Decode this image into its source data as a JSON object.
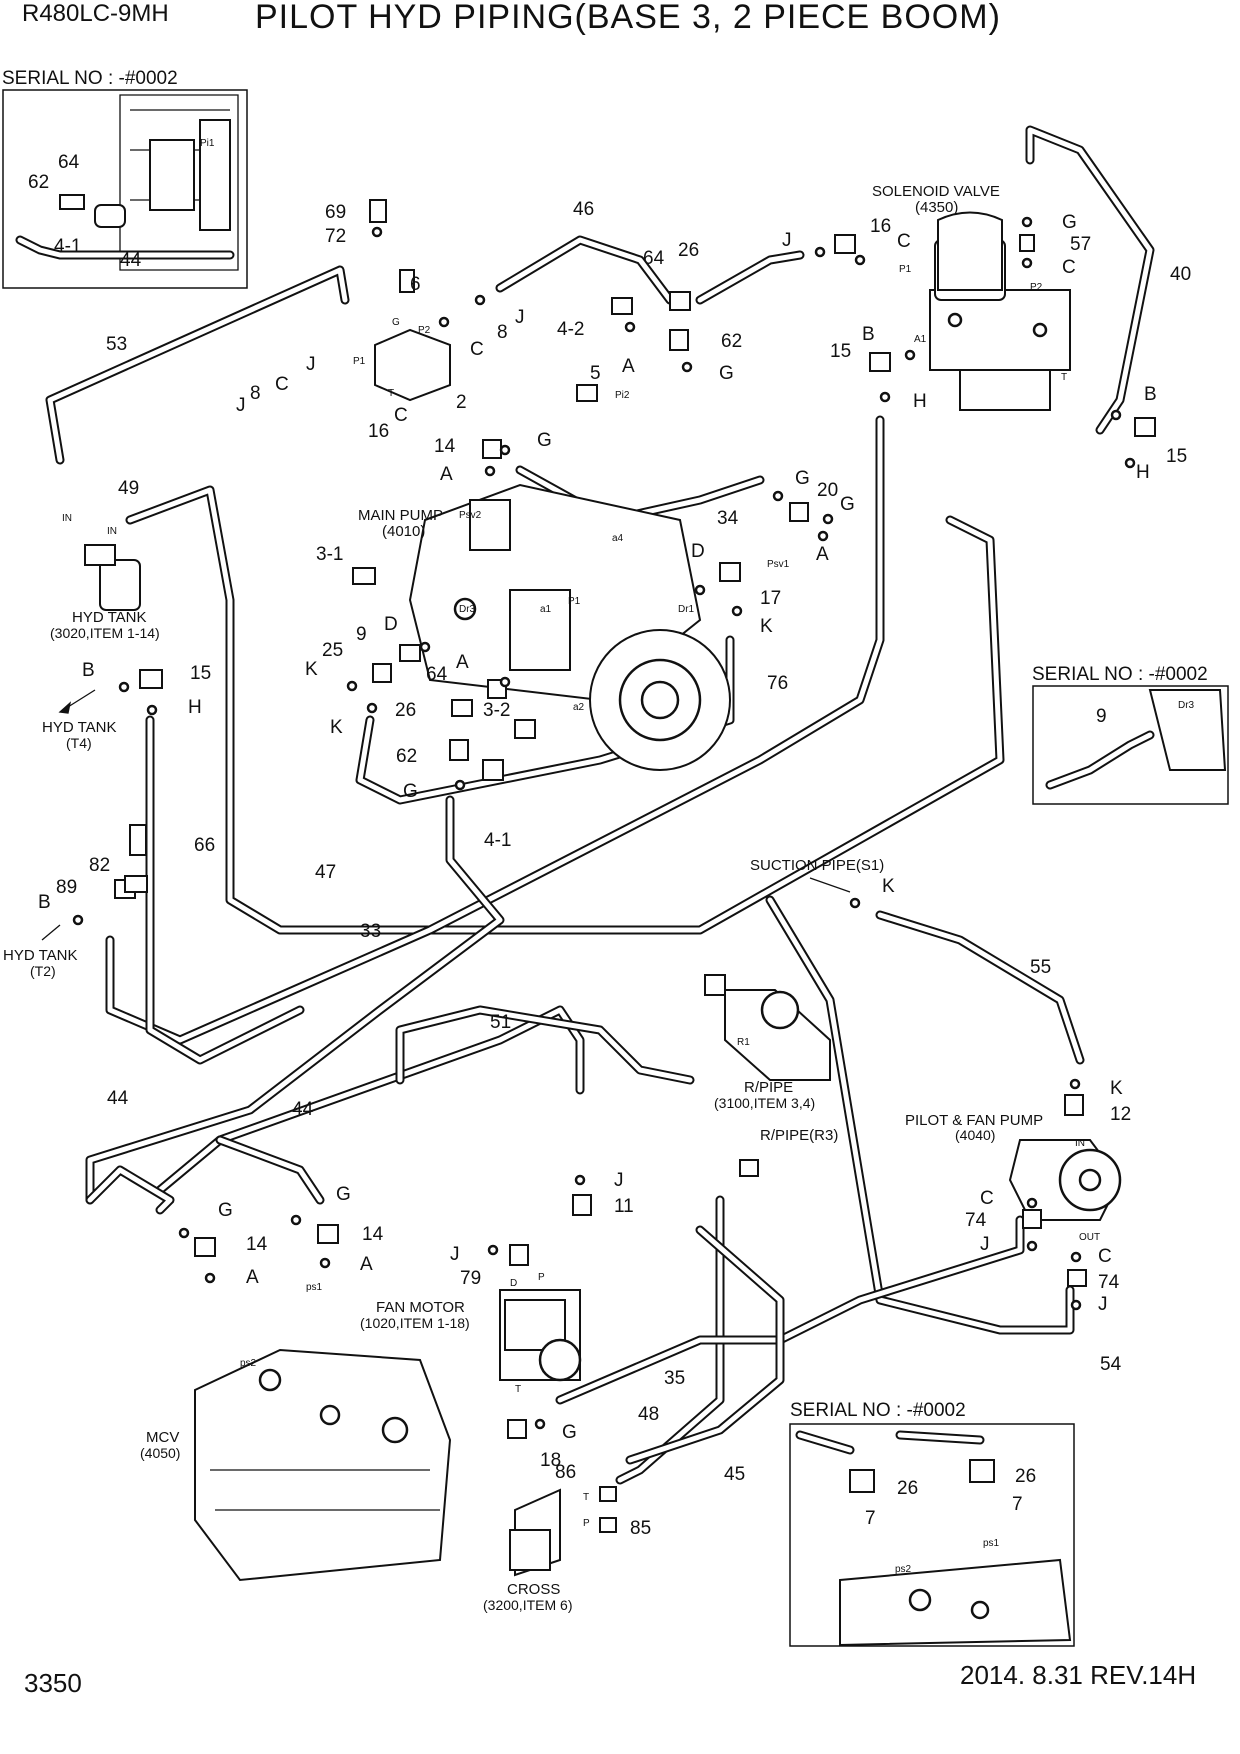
{
  "header": {
    "model": "R480LC-9MH",
    "title": "PILOT HYD PIPING(BASE 3, 2 PIECE BOOM)"
  },
  "footer": {
    "page_number": "3350",
    "revision": "2014. 8.31  REV.14H"
  },
  "inset_labels": {
    "serial_top_left": "SERIAL NO : -#0002",
    "serial_right": "SERIAL NO : -#0002",
    "serial_bottom": "SERIAL NO : -#0002"
  },
  "components": {
    "solenoid_valve": "SOLENOID VALVE",
    "solenoid_valve_ref": "(4350)",
    "main_pump": "MAIN PUMP",
    "main_pump_ref": "(4010)",
    "hyd_tank": "HYD TANK",
    "hyd_tank_ref": "(3020,ITEM 1-14)",
    "hyd_tank_t4": "HYD TANK",
    "hyd_tank_t4_ref": "(T4)",
    "hyd_tank_t2": "HYD TANK",
    "hyd_tank_t2_ref": "(T2)",
    "suction_pipe": "SUCTION PIPE(S1)",
    "r_pipe": "R/PIPE",
    "r_pipe_ref": "(3100,ITEM 3,4)",
    "r_pipe_r3": "R/PIPE(R3)",
    "pilot_fan_pump": "PILOT & FAN PUMP",
    "pilot_fan_pump_ref": "(4040)",
    "fan_motor": "FAN MOTOR",
    "fan_motor_ref": "(1020,ITEM 1-18)",
    "mcv": "MCV",
    "mcv_ref": "(4050)",
    "cross": "CROSS",
    "cross_ref": "(3200,ITEM 6)"
  },
  "callouts": {
    "c64a": "64",
    "c62a": "62",
    "c41a": "4-1",
    "c44a": "44",
    "c69": "69",
    "c72": "72",
    "c46": "46",
    "c26a": "26",
    "c64b": "64",
    "c16a": "16",
    "cC1": "C",
    "c57": "57",
    "cG1": "G",
    "cC2": "C",
    "c40": "40",
    "cJ1": "J",
    "c53": "53",
    "c6": "6",
    "c8a": "8",
    "cJ2": "J",
    "cC3": "C",
    "cJ3": "J",
    "cC4": "C",
    "c2": "2",
    "c16b": "16",
    "cC5": "C",
    "cJ4": "J",
    "c8b": "8",
    "c42": "4-2",
    "c62b": "62",
    "cA1": "A",
    "cG2": "G",
    "cB1": "B",
    "c15a": "15",
    "cH1": "H",
    "c5": "5",
    "cB2": "B",
    "c15b": "15",
    "cH2": "H",
    "c14a": "14",
    "cG3": "G",
    "cA2": "A",
    "c49": "49",
    "cG4": "G",
    "c20": "20",
    "cG5": "G",
    "c34": "34",
    "cA3": "A",
    "c31": "3-1",
    "cD1": "D",
    "c17": "17",
    "cK1": "K",
    "c9a": "9",
    "cD2": "D",
    "c25": "25",
    "cK2": "K",
    "cA4": "A",
    "c64c": "64",
    "cB3": "B",
    "c15c": "15",
    "cH3": "H",
    "c26b": "26",
    "c32": "3-2",
    "c76": "76",
    "cK3": "K",
    "c62c": "62",
    "cG6": "G",
    "c41b": "4-1",
    "c66": "66",
    "c9b": "9",
    "c82": "82",
    "c89": "89",
    "cB4": "B",
    "c47": "47",
    "cK4": "K",
    "c33": "33",
    "c55": "55",
    "c51": "51",
    "cK5": "K",
    "c12": "12",
    "c44b": "44",
    "c44c": "44",
    "cG7": "G",
    "cG8": "G",
    "c14b": "14",
    "c14c": "14",
    "cA5": "A",
    "cA6": "A",
    "cJ5": "J",
    "c11": "11",
    "cJ6": "J",
    "c79": "79",
    "cC6": "C",
    "c74a": "74",
    "cJ7": "J",
    "cC7": "C",
    "c74b": "74",
    "cJ8": "J",
    "c35": "35",
    "c54": "54",
    "c48": "48",
    "c45": "45",
    "cG9": "G",
    "c18": "18",
    "c86": "86",
    "c85": "85",
    "c26c": "26",
    "c26d": "26",
    "c7a": "7",
    "c7b": "7"
  },
  "port_labels": {
    "pi1": "Pi1",
    "p1": "P1",
    "p2": "P2",
    "a1": "A1",
    "t": "T",
    "g": "G",
    "pi2": "Pi2",
    "psv2": "Psv2",
    "psv1": "Psv1",
    "a4": "a4",
    "dr3": "Dr3",
    "a1s": "a1",
    "p1s": "P1",
    "dr1": "Dr1",
    "a2": "a2",
    "in1": "IN",
    "in2": "IN",
    "dr3b": "Dr3",
    "r1": "R1",
    "in3": "IN",
    "out": "OUT",
    "d": "D",
    "p": "P",
    "tm": "T",
    "ps1": "ps1",
    "ps2": "ps2",
    "ct": "T",
    "cp": "P",
    "ps1b": "ps1",
    "ps2b": "ps2",
    "t2": "T"
  }
}
